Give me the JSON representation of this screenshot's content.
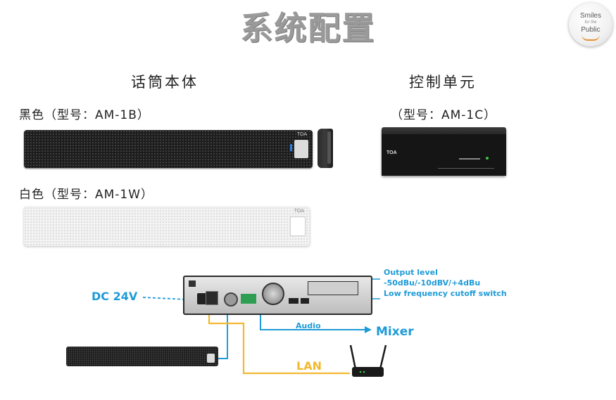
{
  "title": "系统配置",
  "logo": {
    "line1": "Smiles",
    "line2": "for the",
    "line3": "Public"
  },
  "microphone": {
    "heading": "话筒本体",
    "black_model": "黑色（型号：AM-1B）",
    "white_model": "白色（型号：AM-1W）",
    "brand": "TOA"
  },
  "control_unit": {
    "heading": "控制单元",
    "model": "（型号：AM-1C）",
    "brand": "TOA"
  },
  "diagram": {
    "dc_label": "DC 24V",
    "output_level_title": "Output level",
    "output_level_values": "-50dBu/-10dBV/+4dBu",
    "low_freq": "Low frequency cutoff switch",
    "audio": "Audio",
    "mixer": "Mixer",
    "lan": "LAN"
  },
  "colors": {
    "blue": "#1e9bd7",
    "yellow": "#f2b830",
    "title_gray": "#9a9a9a"
  }
}
